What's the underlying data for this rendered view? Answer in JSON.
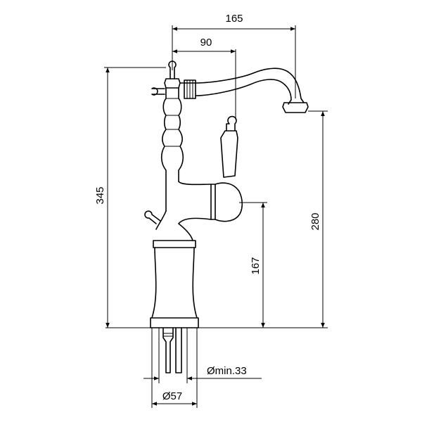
{
  "dimensions": {
    "width_165": "165",
    "width_90": "90",
    "height_345": "345",
    "height_280": "280",
    "height_167": "167",
    "hole_min": "Ømin.33",
    "base_diameter": "Ø57"
  },
  "colors": {
    "line": "#000000",
    "background": "#ffffff"
  }
}
